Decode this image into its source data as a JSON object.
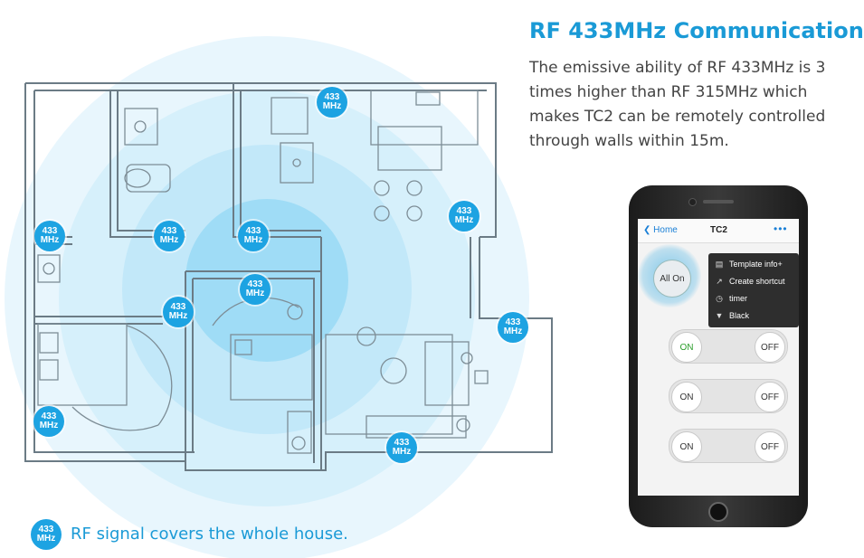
{
  "header": {
    "title": "RF 433MHz Communication",
    "description_lines": [
      "The emissive ability of RF 433MHz is 3",
      "times higher than RF 315MHz which",
      "makes TC2 can be remotely controlled",
      "through walls within 15m."
    ]
  },
  "badge": {
    "line1": "433",
    "line2": "MHz"
  },
  "footer": {
    "text": "RF signal covers the whole house."
  },
  "colors": {
    "accent": "#1da3e2",
    "signal_light": "#cfeefb",
    "text_gray": "#444444"
  },
  "phone": {
    "nav": {
      "back_label": "Home",
      "title": "TC2",
      "more": "•••"
    },
    "all_on_label": "All On",
    "menu": [
      {
        "icon": "document-icon",
        "label": "Template info+"
      },
      {
        "icon": "share-icon",
        "label": "Create shortcut"
      },
      {
        "icon": "clock-icon",
        "label": "timer"
      },
      {
        "icon": "shirt-icon",
        "label": "Black"
      }
    ],
    "switches": [
      {
        "on_label": "ON",
        "off_label": "OFF",
        "state": "on"
      },
      {
        "on_label": "ON",
        "off_label": "OFF",
        "state": "off"
      },
      {
        "on_label": "ON",
        "off_label": "OFF",
        "state": "off"
      }
    ]
  }
}
